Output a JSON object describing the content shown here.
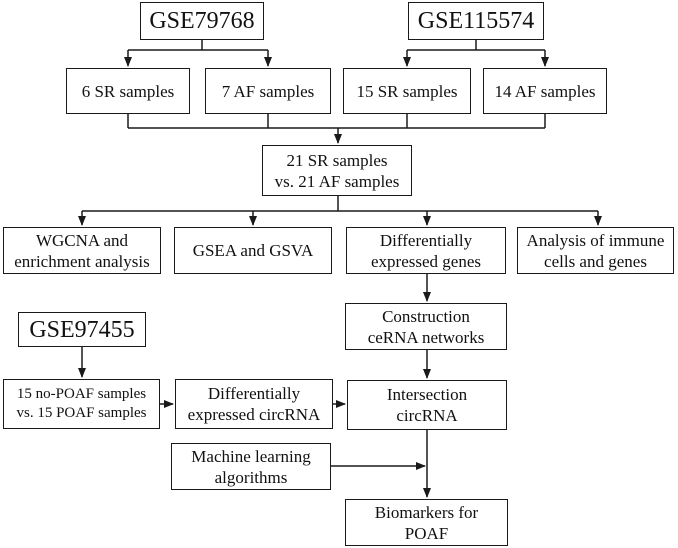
{
  "accent_color": "#1a1a1a",
  "datasets": {
    "gse79768": "GSE79768",
    "gse115574": "GSE115574",
    "gse97455": "GSE97455"
  },
  "samples": {
    "sr6": "6 SR samples",
    "af7": "7 AF samples",
    "sr15": "15 SR samples",
    "af14": "14 AF samples"
  },
  "merged": "21 SR samples\nvs. 21 AF samples",
  "analyses": {
    "wgcna": "WGCNA and\nenrichment analysis",
    "gsea": "GSEA and GSVA",
    "deg": "Differentially\nexpressed genes",
    "immune": "Analysis of immune\ncells and genes"
  },
  "cerna": "Construction\nceRNA networks",
  "poaf_samples": "15 no-POAF samples\nvs. 15 POAF samples",
  "de_circrna": "Differentially\nexpressed circRNA",
  "intersection": "Intersection\ncircRNA",
  "ml": "Machine learning\nalgorithms",
  "biomarkers": "Biomarkers for\nPOAF"
}
